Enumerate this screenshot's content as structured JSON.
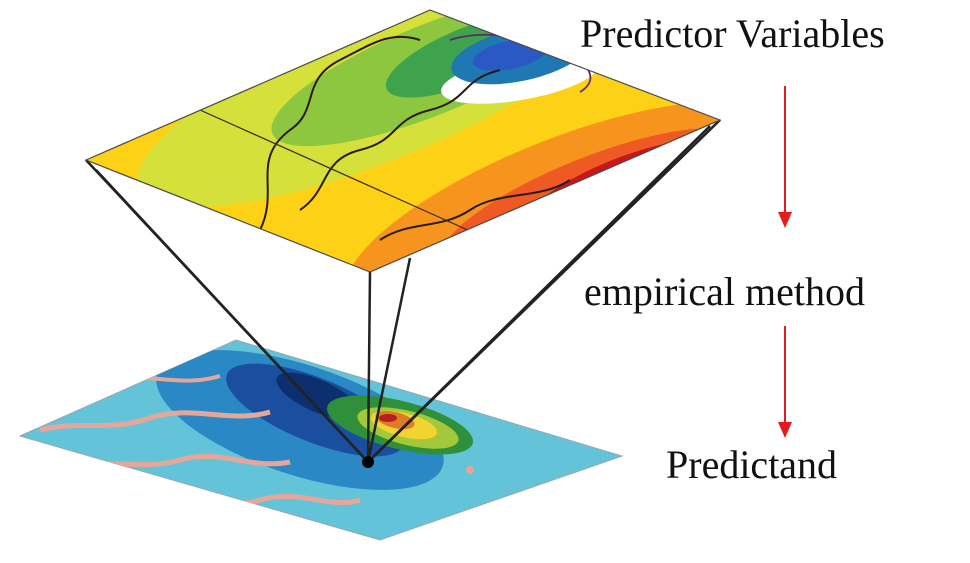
{
  "labels": {
    "predictor_variables": "Predictor Variables",
    "empirical_method": "empirical method",
    "predictand": "Predictand"
  },
  "arrows": {
    "color": "#e41a1c"
  },
  "colors": {
    "upper_map": [
      "#c8171a",
      "#ef5a24",
      "#f7941d",
      "#fcd116",
      "#d5e03a",
      "#8dc63f",
      "#3fa34d",
      "#1f78b4",
      "#2b59c3",
      "#ffffff"
    ],
    "lower_map": [
      "#63c3d9",
      "#2a88c5",
      "#1a4fa0",
      "#0e2f6e",
      "#2f8f3a",
      "#a3c93a",
      "#f1d42f",
      "#e07b28",
      "#b3201d",
      "#e6a79a"
    ],
    "projection_lines": "#222222",
    "point": "#000000"
  }
}
